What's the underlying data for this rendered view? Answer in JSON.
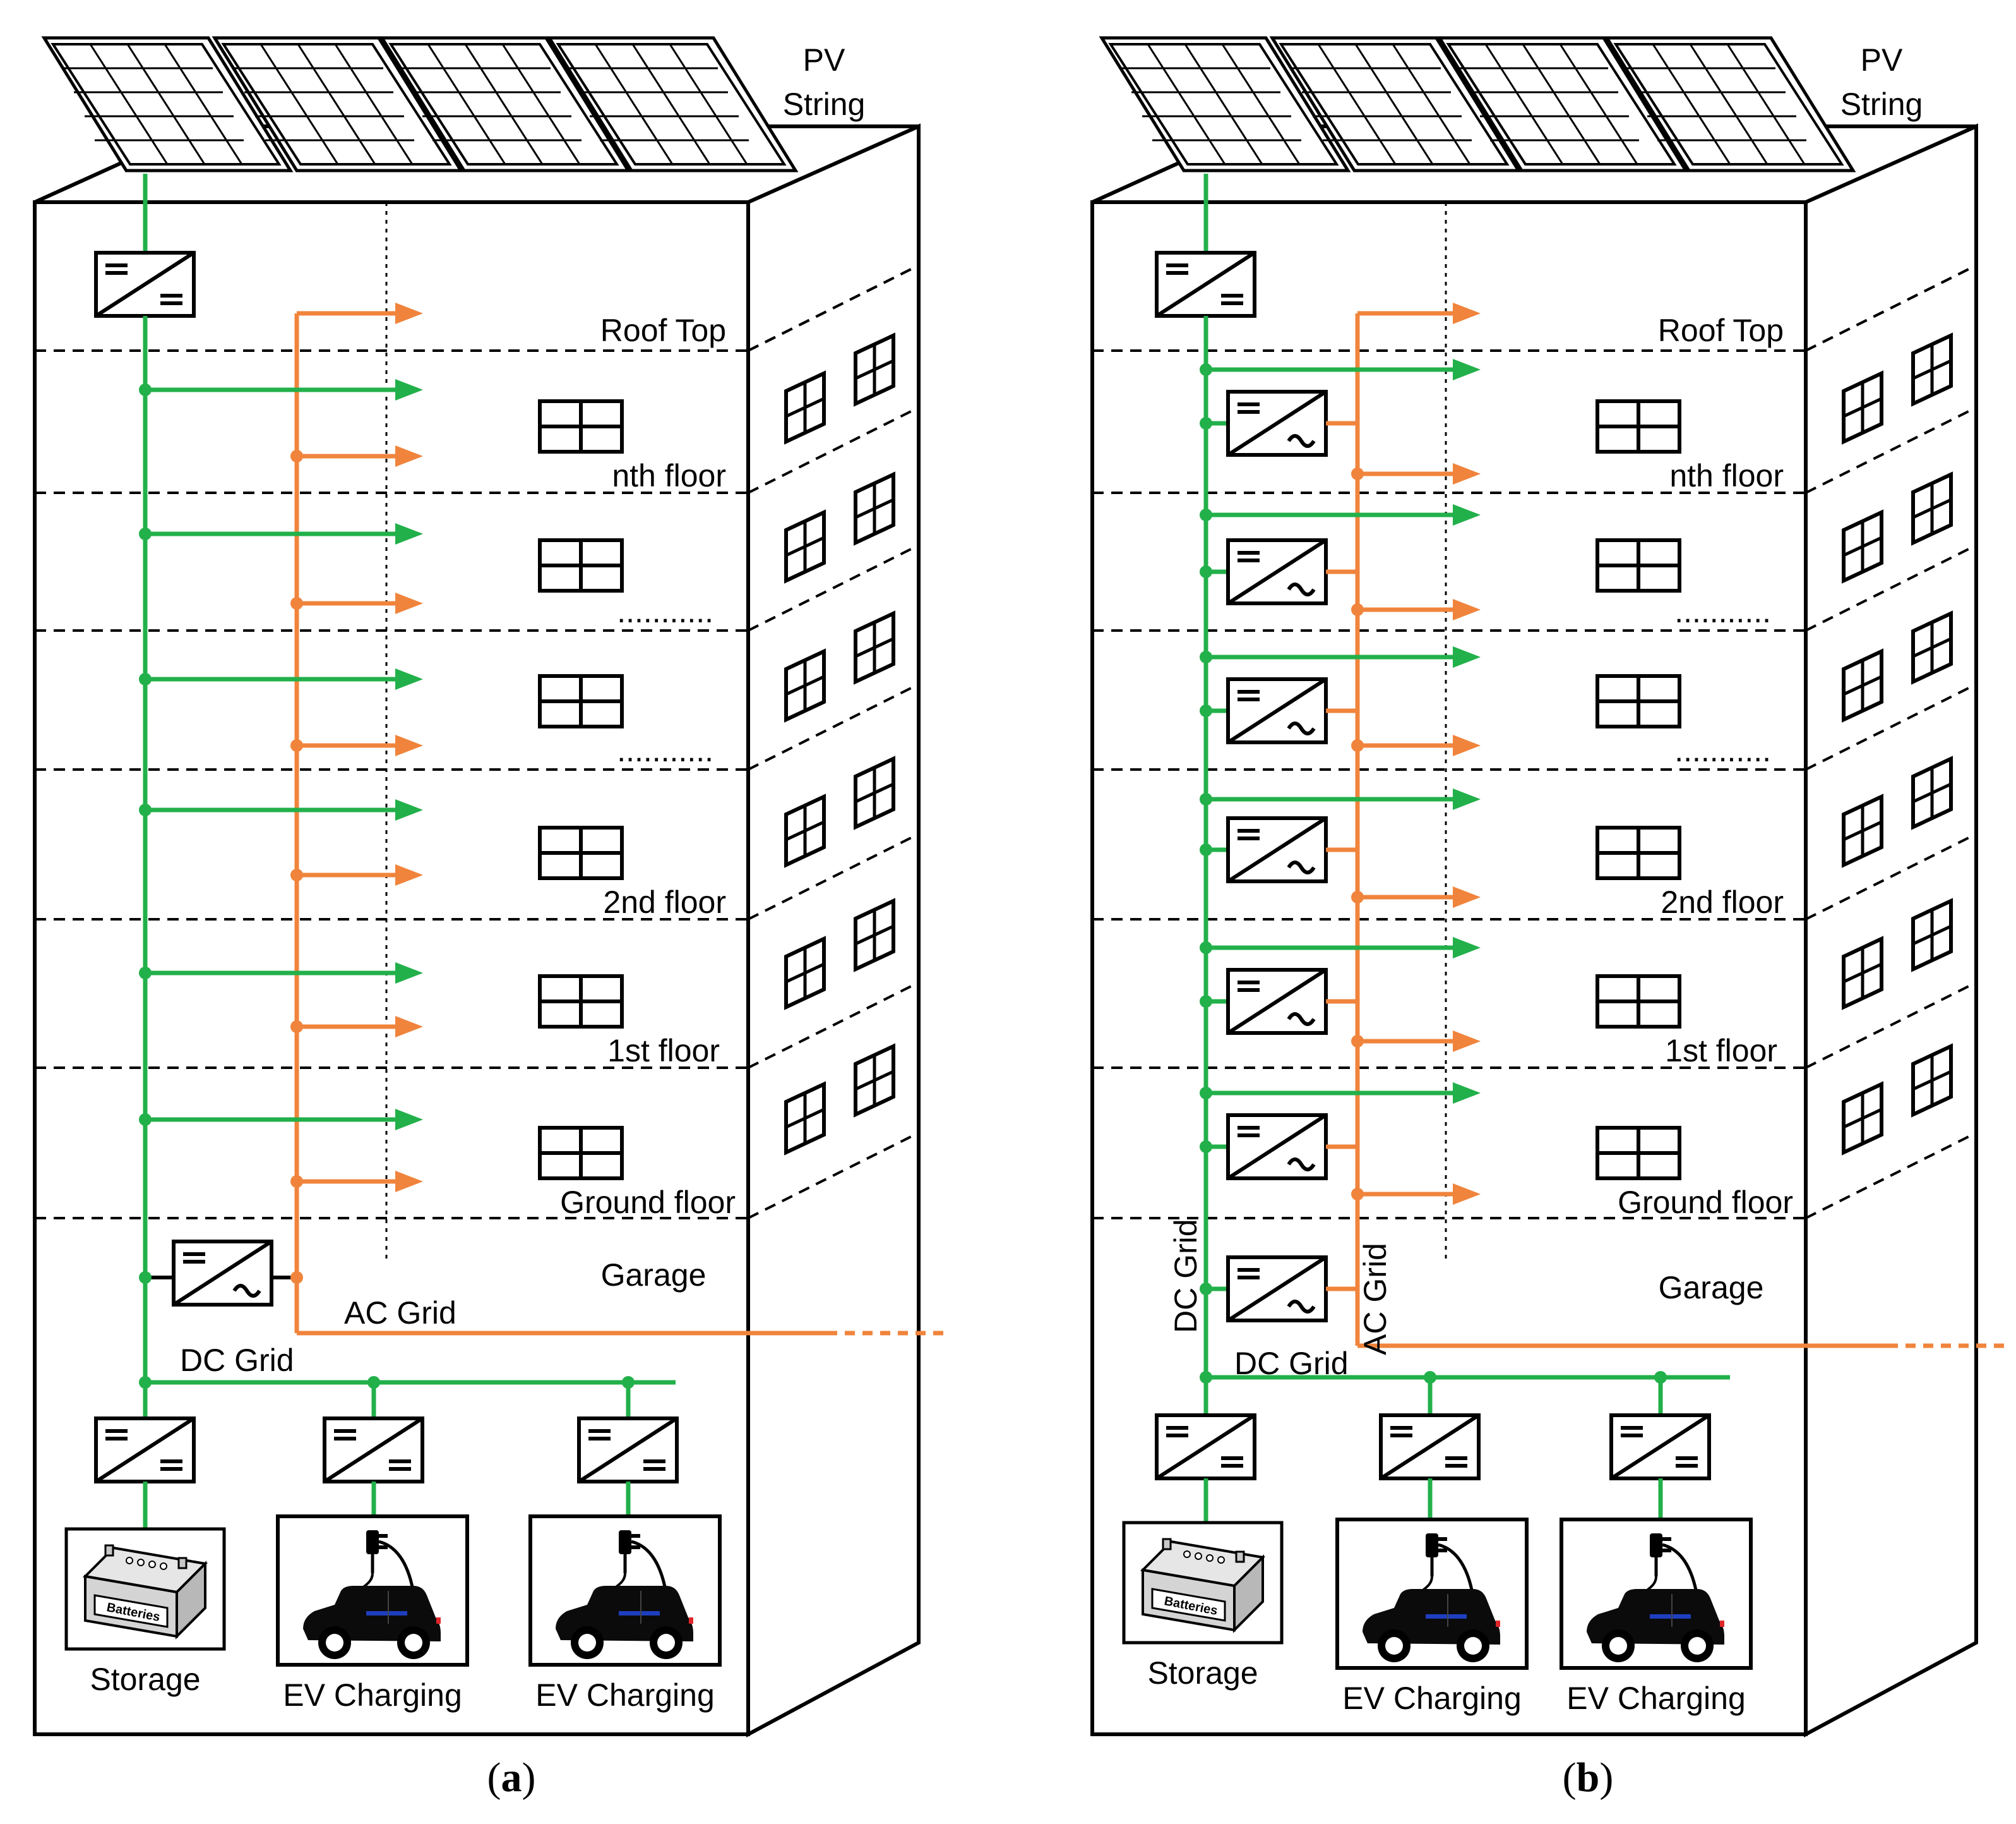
{
  "colors": {
    "dc": "#22b04a",
    "ac": "#f0843c",
    "ink": "#000000",
    "car": "#0b0b0b",
    "car_stripe": "#1d3fbf",
    "car_tail": "#e0262a"
  },
  "icons": {
    "solar": "solar-panel-icon",
    "dcdc": "dc-dc-converter-icon",
    "dcac": "dc-ac-inverter-icon",
    "battery": "battery-icon",
    "ev": "ev-car-icon",
    "window": "window-icon"
  },
  "labels": {
    "pv": [
      "PV",
      "String"
    ],
    "roof": "Roof Top",
    "nth": "nth floor",
    "dots": "...........",
    "second": "2nd floor",
    "first": "1st floor",
    "ground": "Ground floor",
    "garage": "Garage",
    "ac_grid": "AC Grid",
    "dc_grid": "DC Grid",
    "storage": "Storage",
    "ev_charging": "EV Charging",
    "batteries": "Batteries"
  },
  "panels": [
    {
      "caption_open": "(",
      "caption_letter": "a",
      "caption_close": ")"
    },
    {
      "caption_open": "(",
      "caption_letter": "b",
      "caption_close": ")"
    }
  ]
}
